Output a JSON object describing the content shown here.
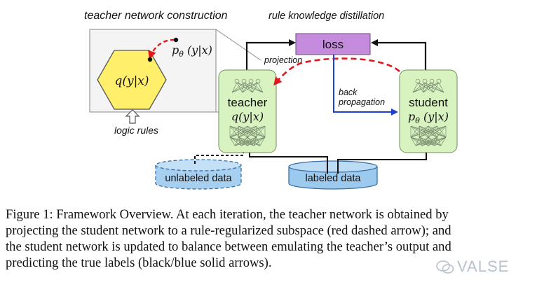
{
  "diagram": {
    "section_left_title": "teacher network construction",
    "section_right_title": "rule knowledge distillation",
    "hexagon_label": "q(y|x)",
    "p_label": "p",
    "p_sub": "θ",
    "p_tail": " (y|x)",
    "logic_rules": "logic rules",
    "projection": "projection",
    "loss": "loss",
    "back_line1": "back",
    "back_line2": "propagation",
    "teacher_name": "teacher",
    "teacher_dist": "q(y|x)",
    "student_name": "student",
    "student_p": "p",
    "student_sub": "θ",
    "student_tail": " (y|x)",
    "unlabeled": "unlabeled data",
    "labeled": "labeled data"
  },
  "colors": {
    "hexagon_fill": "#ffef6b",
    "network_fill": "#d8f2c0",
    "loss_fill": "#c58bdc",
    "data_fill": "#9cc9ee",
    "red_arrow": "#e0171c",
    "blue_arrow": "#1d3fd6"
  },
  "caption": {
    "line1": "Figure 1: Framework Overview. At each iteration, the teacher network is obtained by",
    "line2": "projecting the student network to a rule-regularized subspace (red dashed arrow); and",
    "line3": "the student network is updated to balance between emulating the teacher’s output and",
    "line4": "predicting the true labels (black/blue solid arrows)."
  },
  "watermark": "VALSE"
}
